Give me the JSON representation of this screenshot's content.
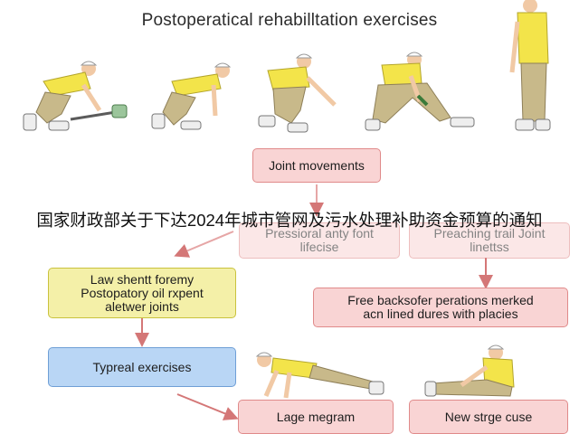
{
  "title": "Postoperatical rehabilltation exercises",
  "banner": "国家财政部关于下达2024年城市管网及污水处理补助资金预算的通知",
  "boxes": {
    "joint_movements": "Joint movements",
    "pressioral": [
      "Pressioral anty font",
      "lifecise"
    ],
    "preaching": [
      "Preaching trail Joint",
      "linettss"
    ],
    "law_shentt": [
      "Law shentt foremy",
      "Postopatory oil rxpent",
      "aletwer joints"
    ],
    "free_backs": [
      "Free backsofer perations merked",
      "acn lined dures with placies"
    ],
    "typreal": "Typreal exercises",
    "lage_megram": "Lage megram",
    "new_strge": "New strge cuse"
  },
  "colors": {
    "pink_fill": "#f9d4d4",
    "pink_border": "#e08a8a",
    "yellow_fill": "#f4f0a8",
    "blue_fill": "#b9d6f5",
    "shirt": "#f3e44a",
    "pants": "#c8b98a",
    "arrow": "#d47777"
  },
  "illustrations": [
    "figure-lifting-weight-icon",
    "figure-bending-icon",
    "figure-crouching-icon",
    "figure-lunge-icon",
    "figure-standing-icon",
    "figure-plank-icon",
    "figure-sitting-stretch-icon"
  ]
}
